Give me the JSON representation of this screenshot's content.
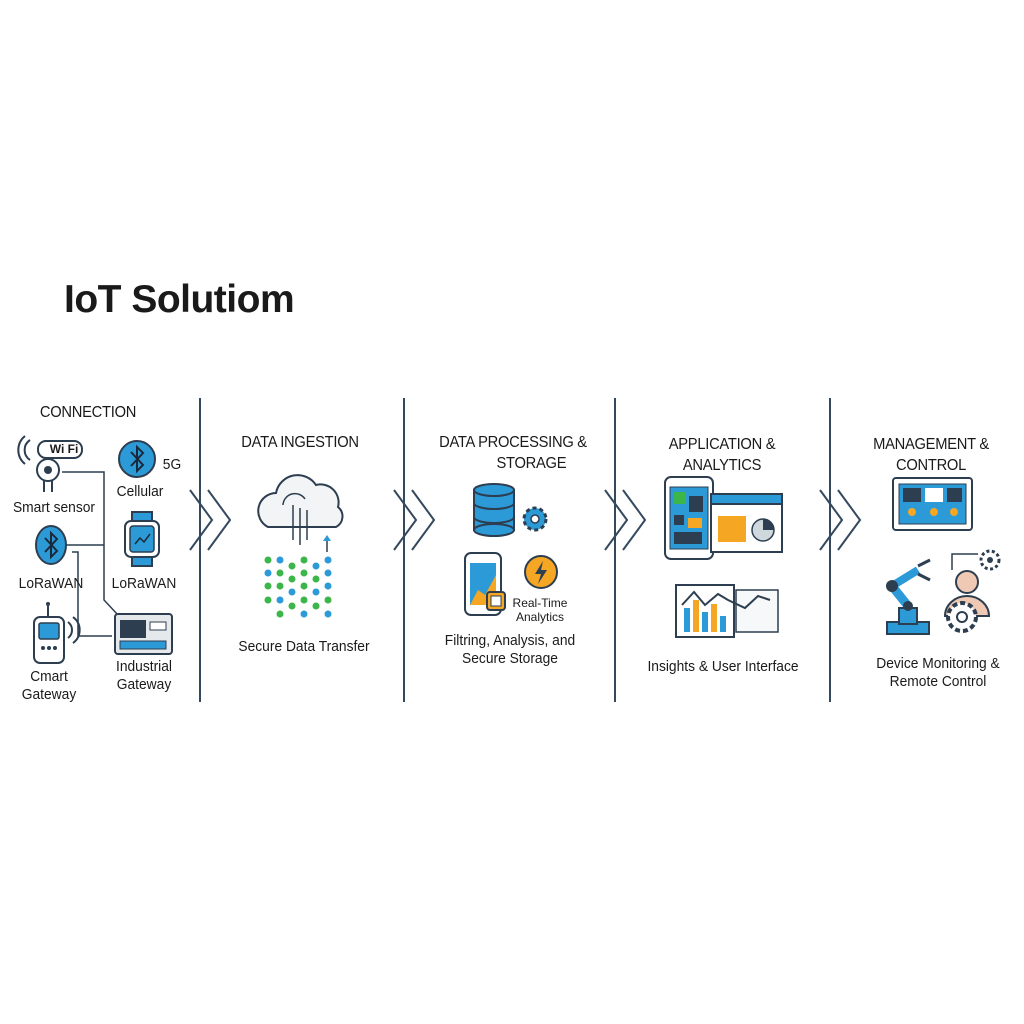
{
  "title": "IoT Solutiom",
  "columns": [
    {
      "header": "CONNECTION",
      "items": {
        "wifi_badge": "Wi Fi",
        "smart_sensor": "Smart sensor",
        "fiveg": "5G",
        "cellular": "Cellular",
        "lorawan_left": "LoRaWAN",
        "lorawan_right": "LoRaWAN",
        "smart_gateway_line1": "Cmart",
        "smart_gateway_line2": "Gateway",
        "industrial_line1": "Industrial",
        "industrial_line2": "Gateway"
      }
    },
    {
      "header": "DATA INGESTION",
      "caption": "Secure Data Transfer"
    },
    {
      "header_line1": "DATA PROCESSING &",
      "header_line2": "STORAGE",
      "realtime_line1": "Real-Time",
      "realtime_line2": "Analytics",
      "caption_line1": "Filtring, Analysis, and",
      "caption_line2": "Secure Storage"
    },
    {
      "header": "APPLICATION & ANALYTICS",
      "caption": "Insights & User Interface"
    },
    {
      "header": "MANAGEMENT & CONTROL",
      "caption_line1": "Device Monitoring &",
      "caption_line2": "Remote Control"
    }
  ],
  "colors": {
    "accent_blue": "#2d9ad8",
    "dark_navy": "#2c3e50",
    "green": "#3cb54a",
    "orange": "#f5a623",
    "divider": "#34495e"
  },
  "icons": [
    "wifi-sensor-icon",
    "bluetooth-icon",
    "smartwatch-icon",
    "gateway-device-icon",
    "industrial-gateway-icon",
    "cloud-icon",
    "database-icon",
    "gear-icon",
    "phone-chart-icon",
    "lightning-icon",
    "tablet-icon",
    "browser-window-icon",
    "bar-chart-icon",
    "control-panel-icon",
    "robot-arm-icon",
    "operator-icon"
  ]
}
